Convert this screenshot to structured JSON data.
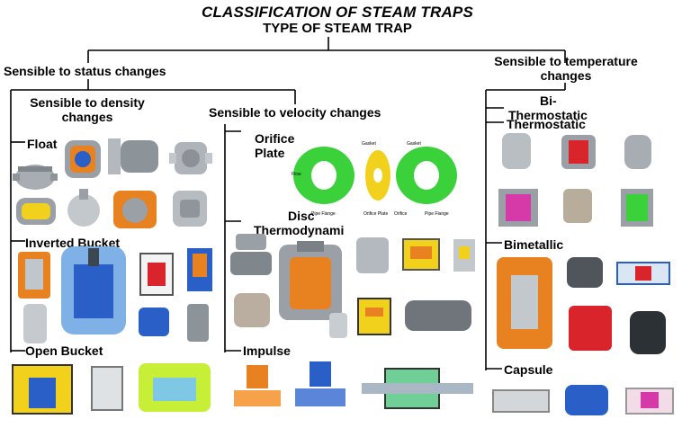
{
  "title": "CLASSIFICATION OF STEAM TRAPS",
  "subtitle": "TYPE OF STEAM TRAP",
  "categories": {
    "status": "Sensible to status changes",
    "temperature_line1": "Sensible to temperature",
    "temperature_line2": "changes",
    "density_line1": "Sensible to density",
    "density_line2": "changes",
    "velocity": "Sensible to velocity changes"
  },
  "types": {
    "float": "Float",
    "inverted_bucket": "Inverted Bucket",
    "open_bucket": "Open Bucket",
    "orifice_line1": "Orifice",
    "orifice_line2": "Plate",
    "disc_line1": "Disc",
    "disc_line2": "Thermodynami",
    "impulse": "Impulse",
    "bi_line1": "Bi-",
    "bi_line2": "Thermostatic",
    "thermostatic": "Thermostatic",
    "bimetallic": "Bimetallic",
    "capsule": "Capsule"
  },
  "orifice_diagram": {
    "gasket_left": "Gasket",
    "gasket_right": "Gasket",
    "flow": "Flow",
    "pipe_flange_left": "Pipe Flange",
    "orifice_plate": "Orifice Plate",
    "orifice": "Orifice",
    "pipe_flange_right": "Pipe Flange"
  },
  "colors": {
    "orange": "#e8811f",
    "blue": "#2a5fc7",
    "grey": "#9aa0a6",
    "green": "#3bd13b",
    "red": "#d8242a",
    "magenta": "#d63aa8",
    "yellow": "#f2d11c"
  }
}
